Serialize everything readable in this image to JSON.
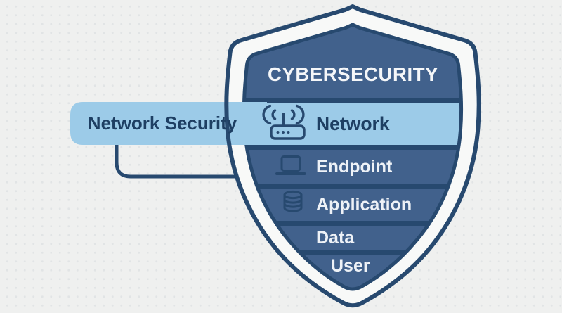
{
  "diagram": {
    "title": "CYBERSECURITY",
    "callout": {
      "label": "Network Security",
      "target_layer": "Network"
    },
    "layers": [
      {
        "label": "Network",
        "icon": "wifi-router-icon",
        "highlighted": true
      },
      {
        "label": "Endpoint",
        "icon": "laptop-icon",
        "highlighted": false
      },
      {
        "label": "Application",
        "icon": "database-icon",
        "highlighted": false
      },
      {
        "label": "Data",
        "icon": "",
        "highlighted": false
      },
      {
        "label": "User",
        "icon": "",
        "highlighted": false
      }
    ]
  },
  "colors": {
    "navy": "#27496f",
    "panel_blue": "#41618c",
    "highlight_blue": "#9ccbe8",
    "background": "#eff0ef",
    "shield_gap_white": "#f8f9f8",
    "text_light": "#f5f7f9",
    "text_dark": "#1e3f63"
  }
}
